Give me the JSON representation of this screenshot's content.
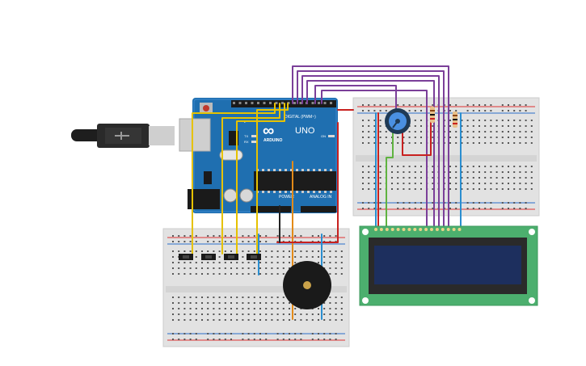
{
  "board": {
    "logo_text": "∞",
    "brand": "ARDUINO",
    "model": "UNO",
    "digital_label": "DIGITAL (PWM~)",
    "power_label": "POWER",
    "analog_label": "ANALOG IN",
    "tx_label": "TX",
    "rx_label": "RX",
    "on_label": "ON",
    "l_label": "L"
  },
  "wire_colors": {
    "purple": "#7b3f99",
    "yellow": "#e6c200",
    "red": "#c8211f",
    "black": "#222222",
    "blue": "#2a8ed0",
    "green": "#5fb340",
    "orange": "#e38a18"
  },
  "components": {
    "usb": "usb-cable",
    "potentiometer": "potentiometer",
    "buzzer": "piezo-buzzer",
    "lcd": "lcd-16x2",
    "buttons_count": 4,
    "resistors_count": 2
  }
}
